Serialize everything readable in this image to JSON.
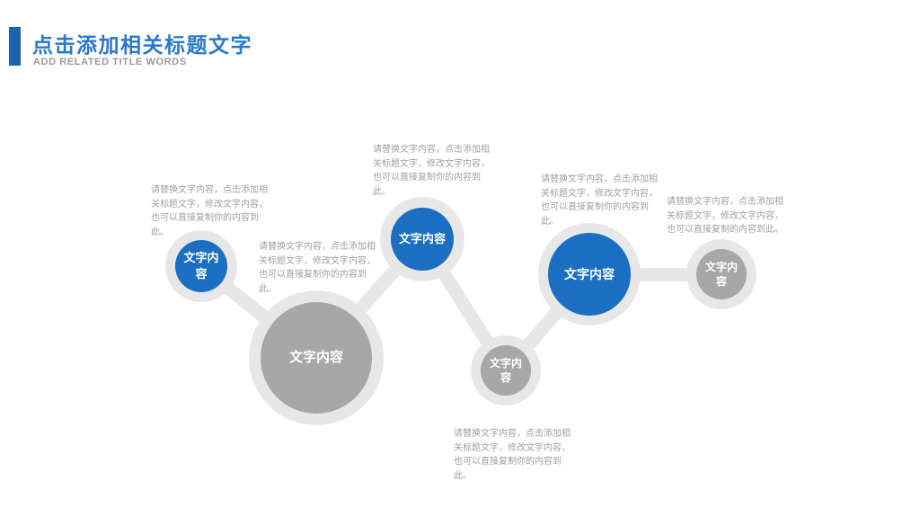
{
  "header": {
    "title": "点击添加相关标题文字",
    "subtitle": "ADD RELATED TITLE WORDS",
    "title_color": "#2878ca",
    "subtitle_color": "#9a9a9a",
    "accent_bar_color": "#1e63ae"
  },
  "diagram": {
    "nodes": [
      {
        "label": "文字内容",
        "color": "blue"
      },
      {
        "label": "文字内容",
        "color": "gray"
      },
      {
        "label": "文字内容",
        "color": "blue"
      },
      {
        "label": "文字内容",
        "color": "gray"
      },
      {
        "label": "文字内容",
        "color": "blue"
      },
      {
        "label": "文字内容",
        "color": "gray"
      }
    ],
    "descriptions": [
      "请替换文字内容，点击添加相关标题文字，修改文字内容，也可以直接复制你的内容到此。",
      "请替换文字内容，点击添加相关标题文字，修改文字内容，也可以直接复制你的内容到此。",
      "请替换文字内容，点击添加相关标题文字，修改文字内容，也可以直接复制你的内容到此。",
      "请替换文字内容，点击添加相关标题文字，修改文字内容，也可以直接复制你的内容到此。",
      "请替换文字内容，点击添加相关标题文字，修改文字内容，也可以直接复制的内容到此。",
      "请替换文字内容，点击添加相关标题文字，修改文字内容，也可以直接复制你的内容到此。"
    ],
    "colors": {
      "node_blue": "#1b6ec2",
      "node_gray": "#a7a7a7",
      "ring_and_connector": "#e7e7e7",
      "description_text": "#9f9f9f"
    }
  }
}
